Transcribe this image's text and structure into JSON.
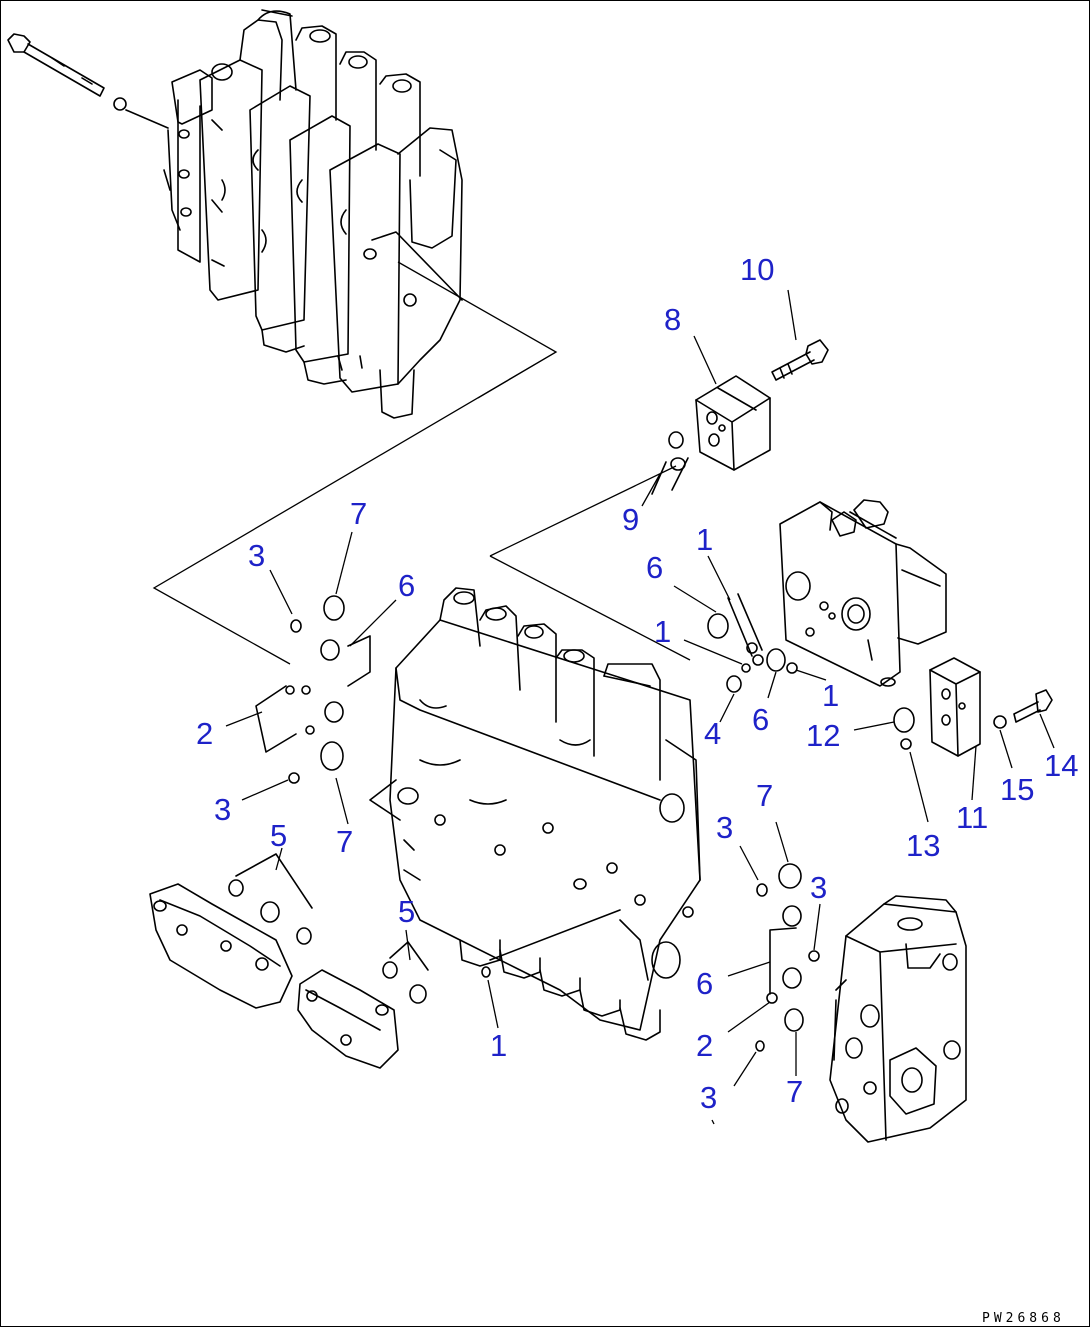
{
  "drawing_code": "PW26868",
  "callouts": [
    {
      "id": "c10",
      "text": "10"
    },
    {
      "id": "c8",
      "text": "8"
    },
    {
      "id": "c9",
      "text": "9"
    },
    {
      "id": "c7a",
      "text": "7"
    },
    {
      "id": "c3a",
      "text": "3"
    },
    {
      "id": "c6a",
      "text": "6"
    },
    {
      "id": "c2a",
      "text": "2"
    },
    {
      "id": "c3b",
      "text": "3"
    },
    {
      "id": "c7b",
      "text": "7"
    },
    {
      "id": "c5a",
      "text": "5"
    },
    {
      "id": "c5b",
      "text": "5"
    },
    {
      "id": "c1a",
      "text": "1"
    },
    {
      "id": "c1b",
      "text": "1"
    },
    {
      "id": "c6b",
      "text": "6"
    },
    {
      "id": "c1c",
      "text": "1"
    },
    {
      "id": "c4",
      "text": "4"
    },
    {
      "id": "c6c",
      "text": "6"
    },
    {
      "id": "c1d",
      "text": "1"
    },
    {
      "id": "c12",
      "text": "12"
    },
    {
      "id": "c13",
      "text": "13"
    },
    {
      "id": "c11",
      "text": "11"
    },
    {
      "id": "c15",
      "text": "15"
    },
    {
      "id": "c14",
      "text": "14"
    },
    {
      "id": "c7c",
      "text": "7"
    },
    {
      "id": "c3c",
      "text": "3"
    },
    {
      "id": "c3d",
      "text": "3"
    },
    {
      "id": "c6d",
      "text": "6"
    },
    {
      "id": "c2b",
      "text": "2"
    },
    {
      "id": "c3e",
      "text": "3"
    },
    {
      "id": "c7d",
      "text": "7"
    }
  ]
}
